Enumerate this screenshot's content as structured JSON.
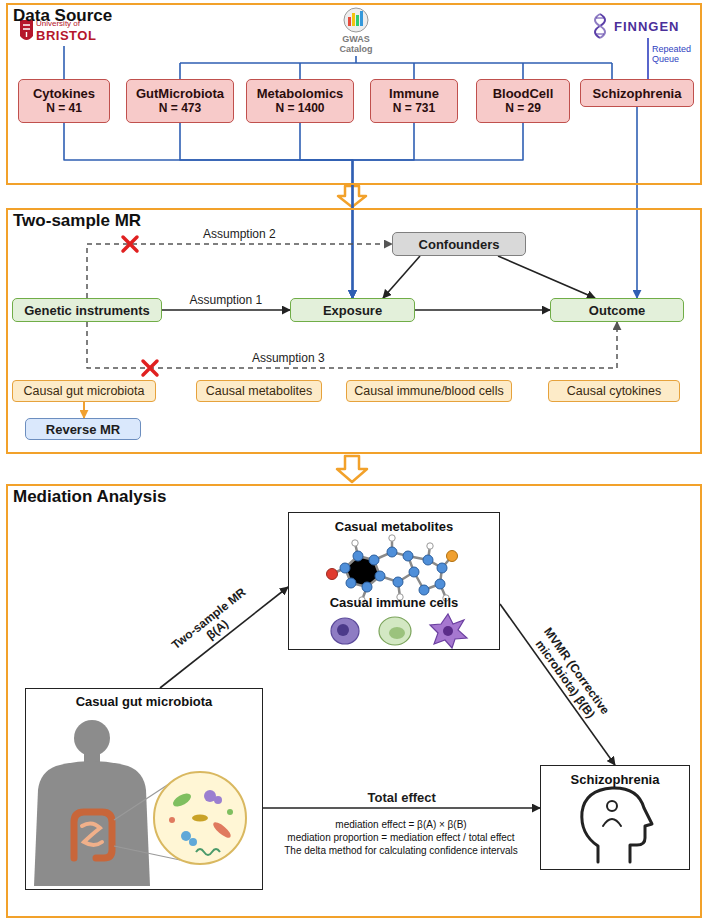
{
  "diagram": {
    "nodes": [
      {
        "text": [
          "Data Source"
        ]
      },
      {
        "text": [
          "Cytokines",
          "N = 41"
        ],
        "in": 0
      },
      {
        "text": [
          "GutMicrobiota",
          "N = 473"
        ],
        "in": 0
      },
      {
        "text": [
          "Metabolomics",
          "N = 1400"
        ],
        "in": 0
      },
      {
        "text": [
          "Immune",
          "N = 731"
        ],
        "in": 0
      },
      {
        "text": [
          "BloodCell",
          "N = 29"
        ],
        "in": 0
      },
      {
        "text": [
          "Schizophrenia"
        ],
        "in": 0
      },
      {
        "text": [
          "Two-sample MR"
        ]
      },
      {
        "text": [
          "Confounders"
        ],
        "in": 7
      },
      {
        "text": [
          "Genetic instruments"
        ],
        "in": 7
      },
      {
        "text": [
          "Exposure"
        ],
        "in": 7
      },
      {
        "text": [
          "Outcome"
        ],
        "in": 7
      },
      {
        "text": [
          "Causal gut microbiota"
        ],
        "in": 7
      },
      {
        "text": [
          "Causal metabolites"
        ],
        "in": 7
      },
      {
        "text": [
          "Causal immune/blood cells"
        ],
        "in": 7
      },
      {
        "text": [
          "Causal cytokines"
        ],
        "in": 7
      },
      {
        "text": [
          "Reverse MR"
        ],
        "in": 7
      },
      {
        "text": [
          "Mediation Analysis"
        ]
      },
      {
        "text": [
          "Casual metabolites",
          "Casual immune cells"
        ],
        "in": 17
      },
      {
        "text": [
          "Casual gut microbiota"
        ],
        "in": 17
      },
      {
        "text": [
          "Schizophrenia"
        ],
        "in": 17
      }
    ],
    "edges": [
      {
        "from": 1,
        "to": 10,
        "arrow": "to"
      },
      {
        "from": 2,
        "to": 10,
        "arrow": "to"
      },
      {
        "from": 3,
        "to": 10,
        "arrow": "to"
      },
      {
        "from": 4,
        "to": 10,
        "arrow": "to"
      },
      {
        "from": 5,
        "to": 10,
        "arrow": "to"
      },
      {
        "from": 6,
        "to": 11,
        "arrow": "to"
      },
      {
        "from": 9,
        "to": 10,
        "label": "Assumption 1",
        "arrow": "to"
      },
      {
        "from": 9,
        "to": 8,
        "label": "Assumption 2",
        "arrow": "to"
      },
      {
        "from": 8,
        "to": 10,
        "arrow": "to"
      },
      {
        "from": 8,
        "to": 11,
        "arrow": "to"
      },
      {
        "from": 10,
        "to": 11,
        "arrow": "to"
      },
      {
        "from": 9,
        "to": 11,
        "label": "Assumption 3",
        "arrow": "to"
      },
      {
        "from": 12,
        "to": 16,
        "arrow": "to"
      },
      {
        "from": 19,
        "to": 18,
        "label": "Two-sample MR β(A)",
        "arrow": "to"
      },
      {
        "from": 18,
        "to": 20,
        "label": "MVMR (Corrective microbiota) β(B)",
        "arrow": "to"
      },
      {
        "from": 19,
        "to": 20,
        "label": "Total effect",
        "arrow": "to"
      }
    ],
    "labels": [
      "University of",
      "BRISTOL",
      "GWAS Catalog",
      "FINNGEN",
      "Repeated Queue",
      "mediation effect = β(A) × β(B)",
      "mediation proportion = mediation effect / total effect",
      "The delta method for calculating confidence intervals"
    ]
  }
}
